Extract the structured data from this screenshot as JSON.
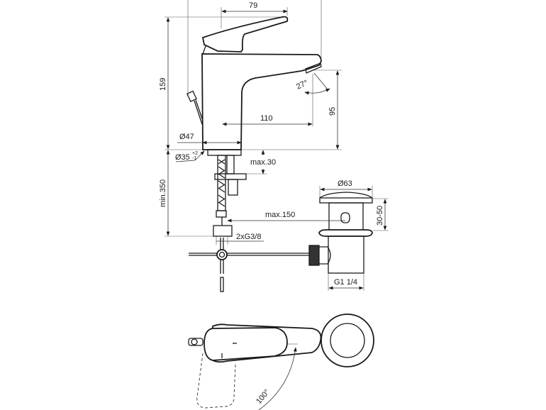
{
  "drawing": {
    "dimensions": {
      "handle_length": "79",
      "total_height": "159",
      "spout_angle": "27°",
      "spout_height": "95",
      "spout_reach": "110",
      "base_diameter": "Ø47",
      "hole_diameter": "Ø35",
      "hole_tol_plus": "+2",
      "hole_tol_minus": "-1",
      "max_deck": "max.30",
      "min_hose": "min.350",
      "drain_diameter": "Ø63",
      "drain_range": "30-50",
      "max_rod": "max.150",
      "connection": "2xG3/8",
      "drain_thread": "G1 1/4",
      "lever_rotation": "100°"
    }
  }
}
